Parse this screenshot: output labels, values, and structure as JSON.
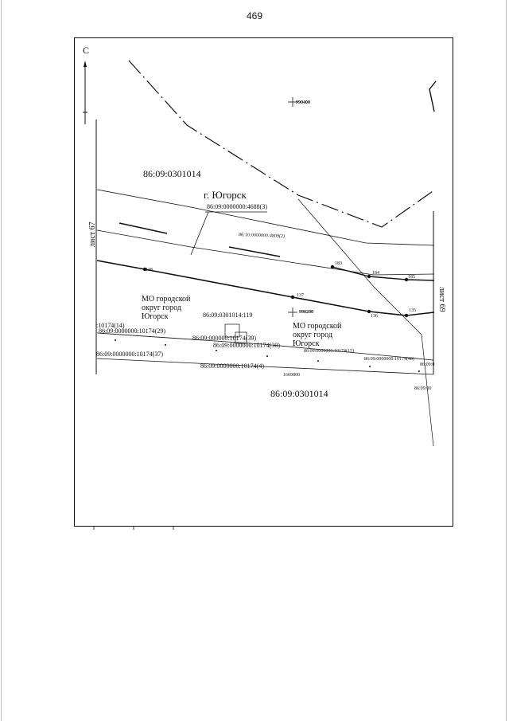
{
  "page_number": "469",
  "north_arrow": "С",
  "sheets": {
    "left": "лист 67",
    "right": "лист 69"
  },
  "blocks": {
    "top": "86:09:0301014",
    "bottom": "86:09:0301014"
  },
  "city": "г. Югорск",
  "parcels": {
    "p4688": "86:09:0000000:4688(3)",
    "p4809": "86:10:0000000:4809(2)",
    "p119": "86:09:0301014:119",
    "p14": ":10174(14)",
    "p29": "86:09:0000000:10174(29)",
    "p39": "86:09:000000:10174(39)",
    "p30": "86:09:0000000:10174(30)",
    "p37": "86:09:0000000:10174(37)",
    "p15": "86:09:0000000:10174(15)",
    "p4": "86:09:0000000:10174(4)",
    "p46": "86:09:0000000:10174(46)",
    "p0a": "86:09:0",
    "p0b": "86:09:00"
  },
  "municipality": {
    "left": [
      "МО городской",
      "округ город",
      "Югорск"
    ],
    "right": [
      "МО городской",
      "округ город",
      "Югорск"
    ]
  },
  "coordinates": {
    "c990400": "990400",
    "c990200": "990200",
    "c1669800": "1669800"
  },
  "points": {
    "p138": "138",
    "p137": "137",
    "p136": "136",
    "p135": "135",
    "p183": "183",
    "p184": "184",
    "p185": "185"
  }
}
